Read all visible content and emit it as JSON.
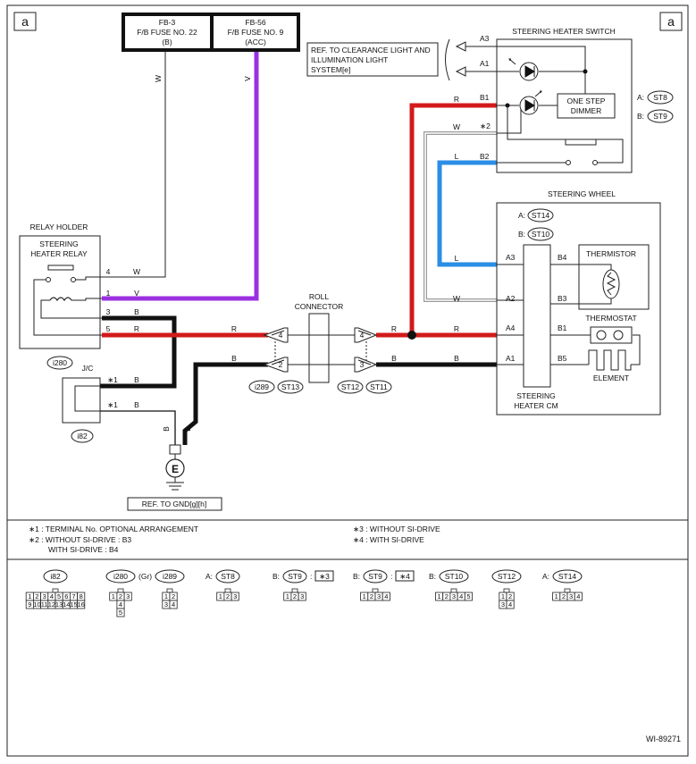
{
  "corner_labels": {
    "left": "a",
    "right": "a"
  },
  "fuses": {
    "fb3": {
      "id": "FB-3",
      "name": "F/B FUSE NO. 22",
      "source": "(B)"
    },
    "fb56": {
      "id": "FB-56",
      "name": "F/B FUSE NO. 9",
      "source": "(ACC)"
    }
  },
  "reference_clearance": [
    "REF. TO CLEARANCE LIGHT AND",
    "ILLUMINATION LIGHT",
    "SYSTEM[e]"
  ],
  "steering_heater_switch": {
    "title": "STEERING HEATER SWITCH",
    "dimmer": [
      "ONE STEP",
      "DIMMER"
    ],
    "connector_refs": [
      "A:",
      "ST8",
      "B:",
      "ST9"
    ],
    "pins": [
      "A3",
      "A1",
      "B1",
      "∗2",
      "B2"
    ]
  },
  "steering_wheel": {
    "title": "STEERING WHEEL",
    "connector_refs": [
      "A:",
      "ST14",
      "B:",
      "ST10"
    ],
    "pins_left": [
      "A3",
      "A2",
      "A4",
      "A1"
    ],
    "pins_right": [
      "B4",
      "B3",
      "B1",
      "B5"
    ],
    "thermistor": "THERMISTOR",
    "thermostat": "THERMOSTAT",
    "element": "ELEMENT",
    "cm": [
      "STEERING",
      "HEATER CM"
    ]
  },
  "relay": {
    "holder": "RELAY HOLDER",
    "title": [
      "STEERING",
      "HEATER RELAY"
    ],
    "pins": [
      "4",
      "1",
      "3",
      "5"
    ],
    "id": "i280"
  },
  "junction": {
    "label": "J/C",
    "pins": [
      "∗1",
      "∗1"
    ],
    "id": "i82"
  },
  "roll_connector": {
    "title": [
      "ROLL",
      "CONNECTOR"
    ],
    "left_pins": [
      "4",
      "2"
    ],
    "right_pins": [
      "4",
      "3"
    ],
    "left_ids": [
      "i289",
      "ST13"
    ],
    "right_ids": [
      "ST12",
      "ST11"
    ]
  },
  "wires": {
    "fb3": "W",
    "fb56": "V",
    "relay4": "W",
    "relay1": "V",
    "relay3": "B",
    "relay5": "R",
    "jc1": "B",
    "jc2": "B",
    "roll_top_left": "R",
    "roll_bot_left": "B",
    "roll_top_right": "R",
    "roll_bot_right": "B",
    "sw_b1": "R",
    "sw_star2": "W",
    "sw_b2": "L",
    "wheel_a3": "L",
    "wheel_a2": "W",
    "wheel_a4": "R",
    "wheel_a1": "B",
    "gnd1": "B",
    "gnd2": "B"
  },
  "ground": {
    "symbol": "E",
    "reference": "REF. TO GND[g][h]"
  },
  "notes": [
    "∗1 : TERMINAL No. OPTIONAL ARRANGEMENT",
    "∗2 : WITHOUT SI-DRIVE : B3",
    "WITH SI-DRIVE : B4",
    "∗3 : WITHOUT SI-DRIVE",
    "∗4 : WITH SI-DRIVE"
  ],
  "connector_legend": [
    {
      "prefix": "",
      "id": "i82",
      "suffix": "",
      "rows": [
        [
          "1",
          "2",
          "3",
          "4",
          "5",
          "6",
          "7",
          "8"
        ],
        [
          "9",
          "10",
          "11",
          "12",
          "13",
          "14",
          "15",
          "16"
        ]
      ]
    },
    {
      "prefix": "",
      "id": "i280",
      "suffix": "(Gr)",
      "rows": [
        [
          "1",
          "2",
          "3"
        ],
        [
          "4"
        ],
        [
          "5"
        ]
      ]
    },
    {
      "prefix": "",
      "id": "i289",
      "suffix": "",
      "rows": [
        [
          "1",
          "2"
        ],
        [
          "3",
          "4"
        ]
      ]
    },
    {
      "prefix": "A:",
      "id": "ST8",
      "suffix": "",
      "rows": [
        [
          "1",
          "2",
          "3"
        ]
      ]
    },
    {
      "prefix": "B:",
      "id": "ST9",
      "suffix": "∗3",
      "rows": [
        [
          "1",
          "2",
          "3"
        ]
      ]
    },
    {
      "prefix": "B:",
      "id": "ST9",
      "suffix": "∗4",
      "rows": [
        [
          "1",
          "2",
          "3",
          "4"
        ]
      ]
    },
    {
      "prefix": "B:",
      "id": "ST10",
      "suffix": "",
      "rows": [
        [
          "1",
          "2",
          "3",
          "4",
          "5"
        ]
      ]
    },
    {
      "prefix": "",
      "id": "ST12",
      "suffix": "",
      "rows": [
        [
          "1",
          "2"
        ],
        [
          "3",
          "4"
        ]
      ]
    },
    {
      "prefix": "A:",
      "id": "ST14",
      "suffix": "",
      "rows": [
        [
          "1",
          "2",
          "3",
          "4"
        ]
      ]
    }
  ],
  "figure_id": "WI-89271",
  "colors": {
    "red": "#d21a1a",
    "violet": "#9b30e0",
    "blue": "#2a8ee6",
    "black": "#111111",
    "gray": "#9a9a9a"
  }
}
